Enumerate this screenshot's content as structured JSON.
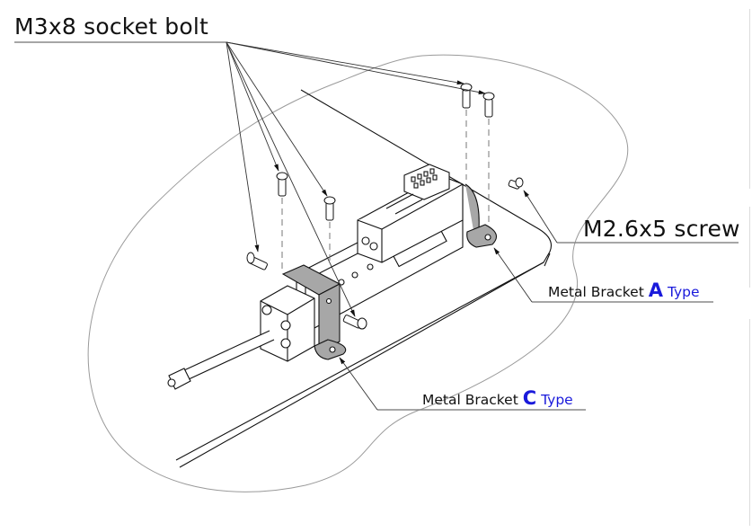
{
  "diagram": {
    "type": "exploded-assembly",
    "callouts": {
      "m3x8_bolt": {
        "text": "M3x8 socket bolt",
        "count": 6
      },
      "m26x5_screw": {
        "text": "M2.6x5 screw",
        "count": 1
      },
      "bracket_a": {
        "prefix": "Metal Bracket",
        "letter": "A",
        "suffix": "Type"
      },
      "bracket_c": {
        "prefix": "Metal Bracket",
        "letter": "C",
        "suffix": "Type"
      }
    },
    "components": [
      "linear-actuator-body",
      "actuator-rod",
      "rod-end",
      "front-block",
      "connector-housing",
      "mounting-plate",
      "metal-bracket-a",
      "metal-bracket-c"
    ],
    "colors": {
      "line": "#111111",
      "leader": "#777777",
      "bracket_fill": "#a7a7a7",
      "accent": "#1a1adb",
      "outline_blob": "#9a9a9a"
    }
  }
}
